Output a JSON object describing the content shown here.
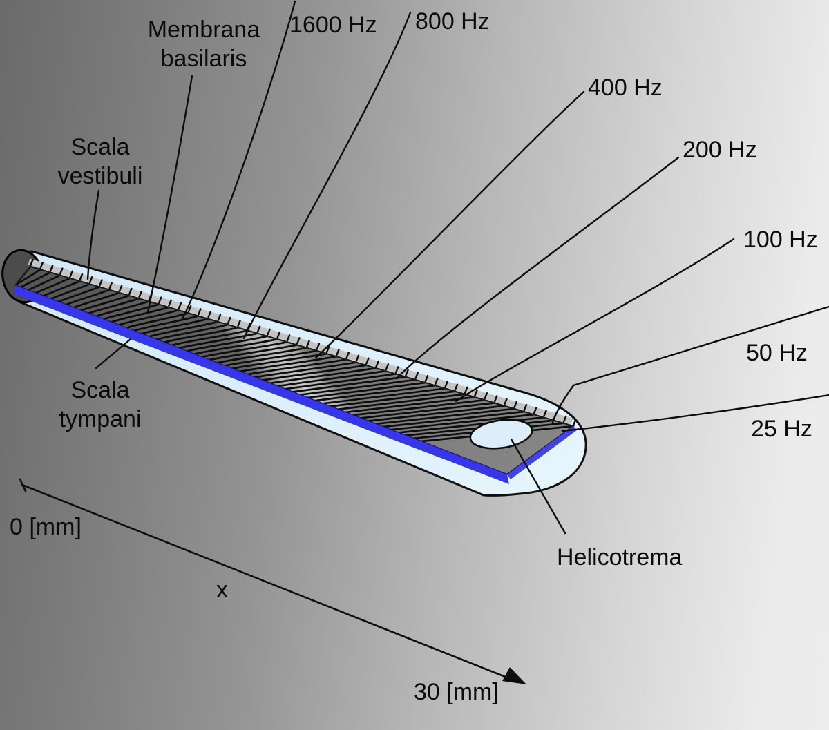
{
  "anatomy": {
    "membrana_basilaris": {
      "line1": "Membrana",
      "line2": "basilaris"
    },
    "scala_vestibuli": {
      "line1": "Scala",
      "line2": "vestibuli"
    },
    "scala_tympani": {
      "line1": "Scala",
      "line2": "tympani"
    },
    "helicotrema": "Helicotrema"
  },
  "frequency_labels": [
    {
      "text": "1600 Hz"
    },
    {
      "text": "800 Hz"
    },
    {
      "text": "400 Hz"
    },
    {
      "text": "200 Hz"
    },
    {
      "text": "100 Hz"
    },
    {
      "text": "50 Hz"
    },
    {
      "text": "25 Hz"
    }
  ],
  "axis": {
    "origin": "0 [mm]",
    "variable": "x",
    "end": "30 [mm]"
  },
  "colors": {
    "background_dark": "#6a6a6a",
    "background_light": "#ededed",
    "duct_fill": "#daeefa",
    "membrane_blue_edge": "#3737e9",
    "membrane_gray": "#c0c0c0",
    "base_disc": "#4c4c4c",
    "line_black": "#0d0d0d"
  }
}
